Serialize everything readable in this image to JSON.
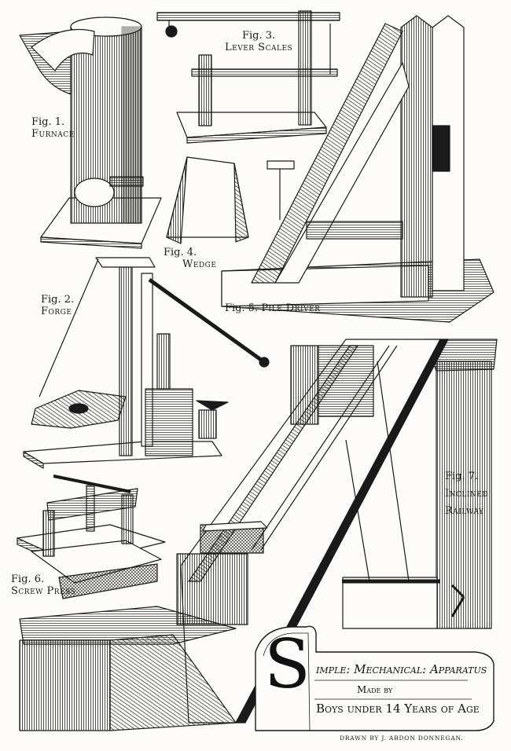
{
  "figures": [
    {
      "id": "fig1",
      "number": "Fig. 1.",
      "name": "Furnace"
    },
    {
      "id": "fig2",
      "number": "Fig. 2.",
      "name": "Forge"
    },
    {
      "id": "fig3",
      "number": "Fig. 3.",
      "name": "Lever Scales"
    },
    {
      "id": "fig4",
      "number": "Fig. 4.",
      "name": "Wedge"
    },
    {
      "id": "fig5",
      "number": "Fig. 5.",
      "name": "Pile Driver"
    },
    {
      "id": "fig6",
      "number": "Fig. 6.",
      "name": "Screw Press"
    },
    {
      "id": "fig7",
      "number": "Fig. 7.",
      "name": "Inclined Railway"
    }
  ],
  "title": {
    "initial": "S",
    "line1": "imple: Mechanical: Apparatus",
    "line2": "Made by",
    "line3": "Boys under 14 Years of Age"
  },
  "credit": "DRAWN BY J. ABDON DONNEGAN."
}
